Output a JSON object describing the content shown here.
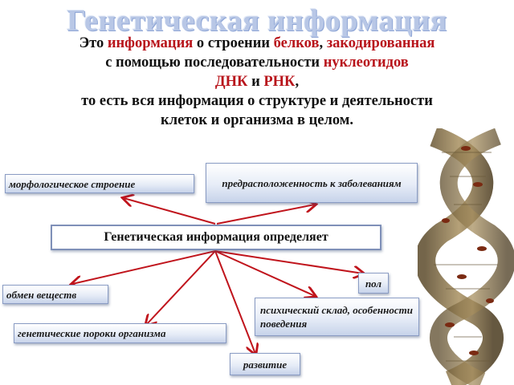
{
  "title": "Генетическая информация",
  "intro": {
    "p1": "Это ",
    "p2": "информация",
    "p3": " о строении ",
    "p4": "белков",
    "p5": ", ",
    "p6": "закодированная",
    "p7": "с помощью последовательности ",
    "p8": "нуклеотидов",
    "p9": "ДНК",
    "p10": " и ",
    "p11": "РНК",
    "p12": ",",
    "p13": "то есть вся информация о структуре и деятельности",
    "p14": "клеток и организма в целом."
  },
  "diagram": {
    "center": "Генетическая информация определяет",
    "nodes": {
      "morph": "морфологическое строение",
      "predisp": "предрасположенность к заболеваниям",
      "pol": "пол",
      "metab": "обмен веществ",
      "psych": "психический склад, особенности поведения",
      "defects": "генетические пороки организма",
      "dev": "развитие"
    }
  },
  "colors": {
    "accent": "#b8141b",
    "arrow": "#c0141c",
    "title": "#b8c7e6",
    "box_border": "#8a9cc4"
  },
  "decor": {
    "image": "dna-helix-sculpture-with-ants"
  }
}
